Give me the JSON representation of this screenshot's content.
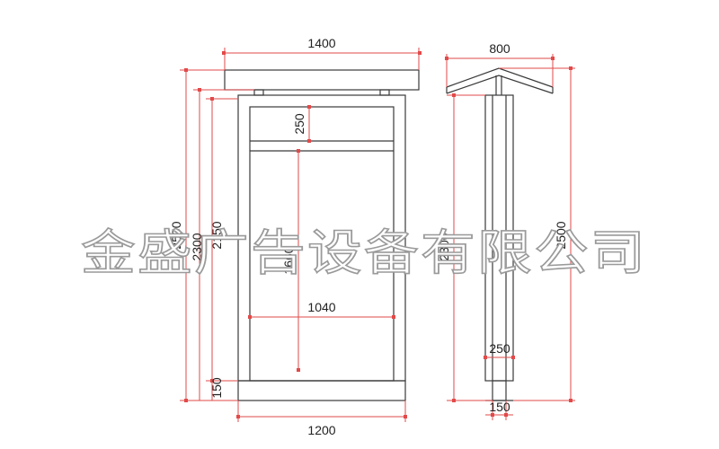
{
  "colors": {
    "dimension_line": "#e24a4a",
    "outline": "#3a3a3a",
    "watermark_stroke": "#9a9a9a",
    "background": "#ffffff"
  },
  "front_view": {
    "roof_width": "1400",
    "header_height": "250",
    "total_height": "2500",
    "frame_height": "2300",
    "panel_height": "2150",
    "display_height": "1660",
    "display_width": "1040",
    "base_height": "150",
    "base_width": "1200"
  },
  "side_view": {
    "roof_width": "800",
    "height_left": "2300",
    "height_right": "2500",
    "post_width": "250",
    "base_width": "150"
  },
  "watermark": {
    "text": "金盛广告设备有限公司"
  }
}
